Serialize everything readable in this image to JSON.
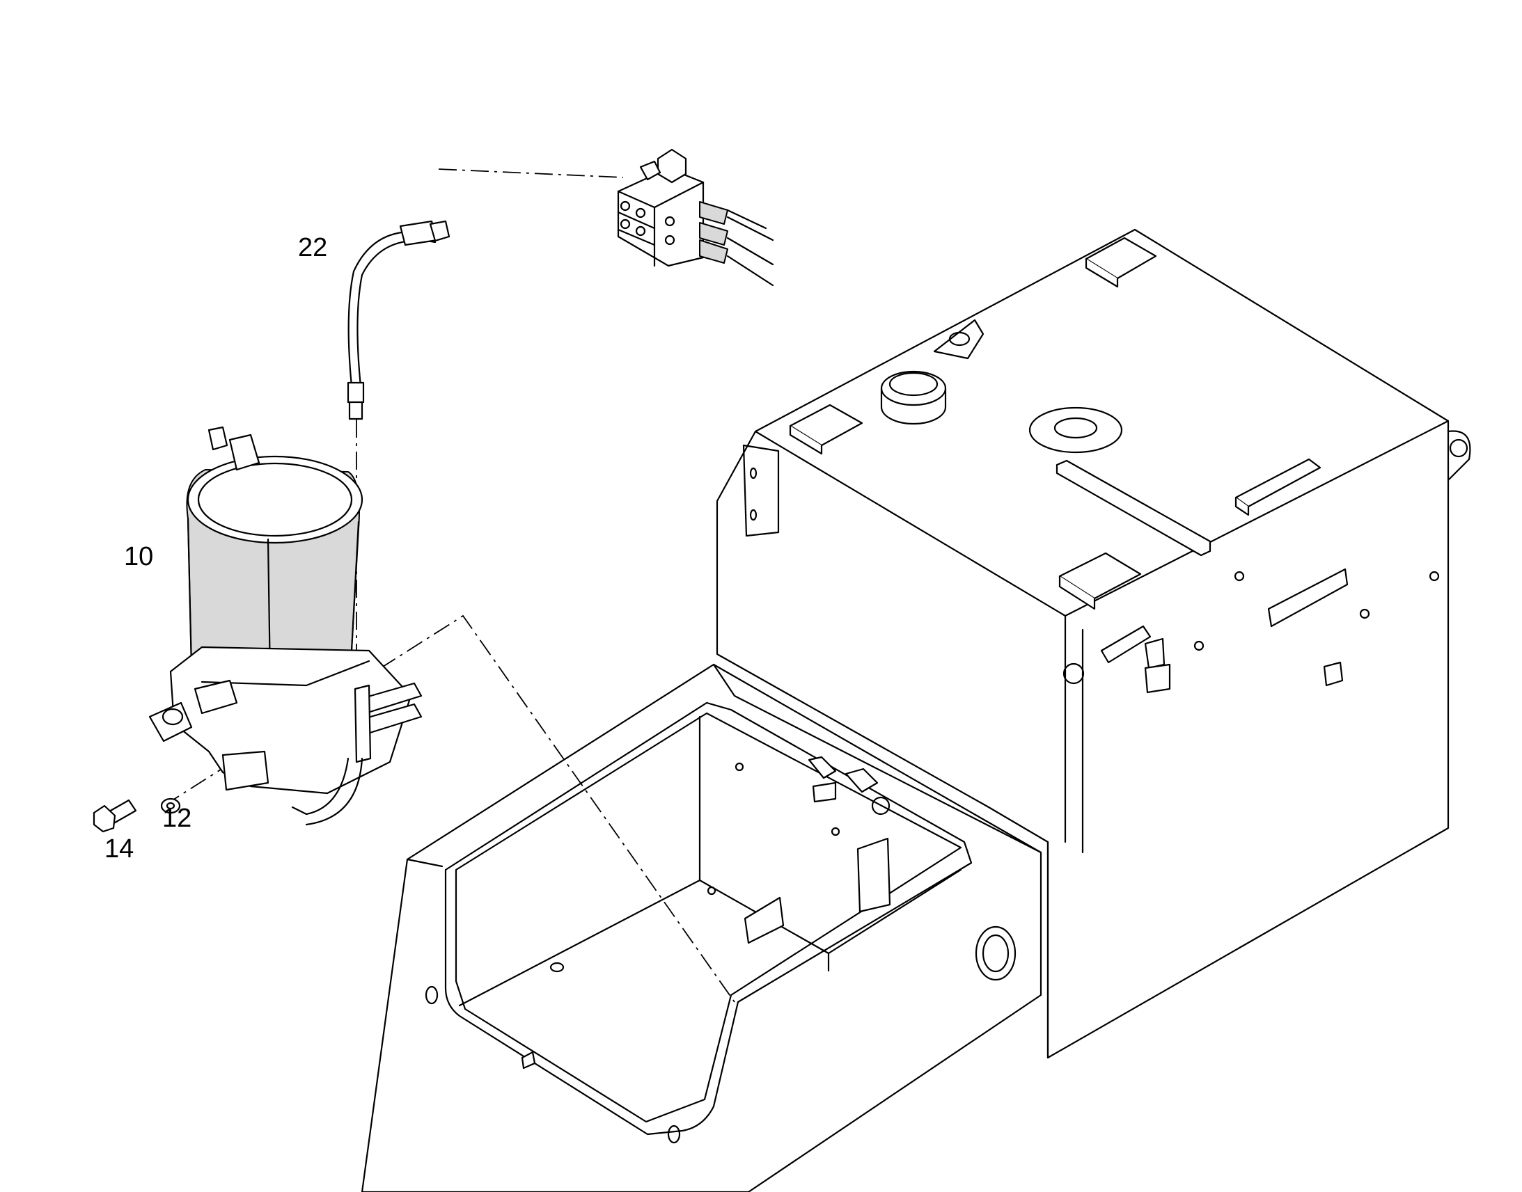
{
  "diagram": {
    "callouts": [
      {
        "id": "c22",
        "label": "22"
      },
      {
        "id": "c10",
        "label": "10"
      },
      {
        "id": "c12",
        "label": "12"
      },
      {
        "id": "c14",
        "label": "14"
      }
    ]
  }
}
